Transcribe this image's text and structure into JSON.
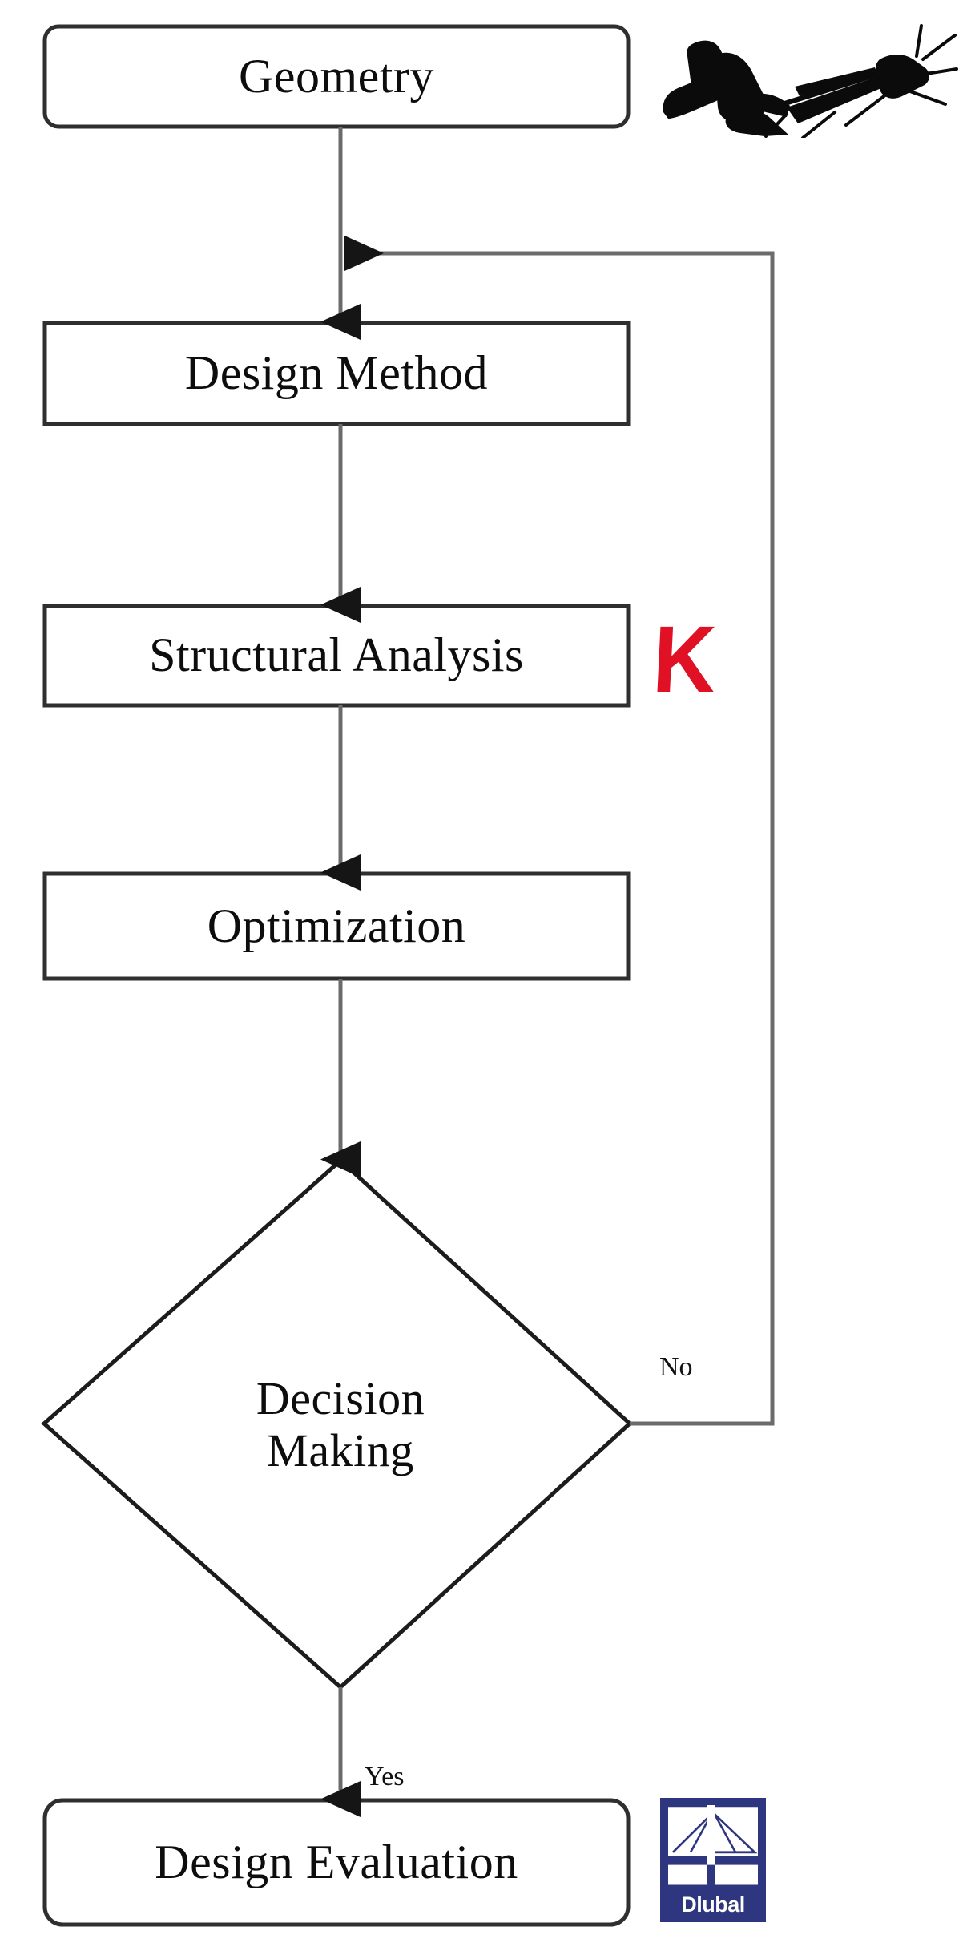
{
  "diagram": {
    "title": "Design workflow flowchart",
    "background_color": "#ffffff",
    "line_color": "#555555",
    "box_border_color": "#333333",
    "text_color": "#0d0d0d"
  },
  "nodes": [
    {
      "id": "geometry",
      "label": "Geometry",
      "shape": "rounded-rectangle"
    },
    {
      "id": "design-method",
      "label": "Design Method",
      "shape": "rectangle"
    },
    {
      "id": "structural-analysis",
      "label": "Structural Analysis",
      "shape": "rectangle"
    },
    {
      "id": "optimization",
      "label": "Optimization",
      "shape": "rectangle"
    },
    {
      "id": "decision-making",
      "label": "Decision\nMaking",
      "shape": "diamond"
    },
    {
      "id": "design-evaluation",
      "label": "Design Evaluation",
      "shape": "rounded-rectangle"
    }
  ],
  "edge_labels": {
    "no": "No",
    "yes": "Yes"
  },
  "annotations": {
    "insect_icon": "grasshopper-silhouette",
    "karamba_logo": {
      "glyph": "K",
      "color": "#e01124",
      "name": "karamba-k-logo"
    },
    "dlubal_logo": {
      "word": "Dlubal",
      "background_color": "#2e3680",
      "foreground_color": "#ffffff",
      "name": "dlubal-logo"
    }
  }
}
